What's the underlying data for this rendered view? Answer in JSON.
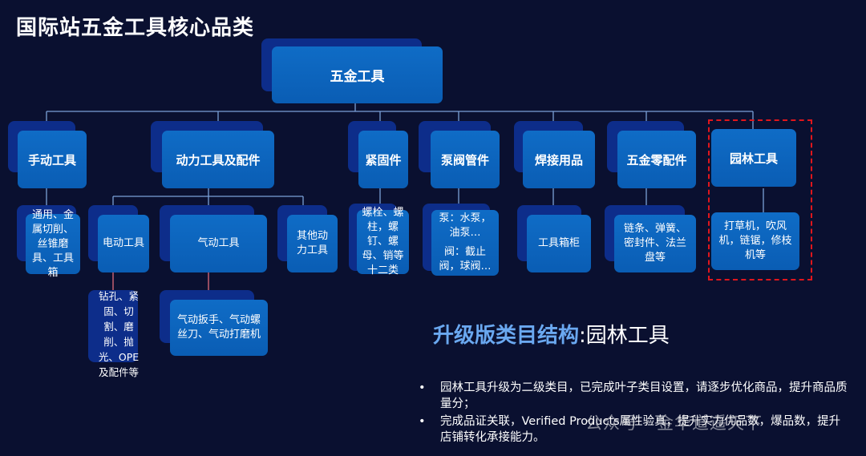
{
  "title": "国际站五金工具核心品类",
  "root": "五金工具",
  "categories": [
    {
      "label": "手动工具"
    },
    {
      "label": "动力工具及配件"
    },
    {
      "label": "紧固件"
    },
    {
      "label": "泵阀管件"
    },
    {
      "label": "焊接用品"
    },
    {
      "label": "五金零配件"
    },
    {
      "label": "园林工具"
    }
  ],
  "hand_tools_children": "通用、金属切削、丝锥磨具、工具箱",
  "power_tools_children": [
    "电动工具",
    "气动工具",
    "其他动力工具"
  ],
  "electric_children": "钻孔、紧固、切割、磨削、抛光、OPE及配件等",
  "pneumatic_children": "气动扳手、气动螺丝刀、气动打磨机",
  "fastener_children": "螺栓、螺柱，螺钉、螺母、销等十二类",
  "pump_children": {
    "pump": "泵：水泵，油泵…",
    "valve": "阀：截止阀，球阀…"
  },
  "welding_children": "工具箱柜",
  "parts_children": "链条、弹簧、密封件、法兰盘等",
  "garden_children": "打草机，吹风机，链锯，修枝机等",
  "upgrade": {
    "emphasis": "升级版类目结构",
    "rest": ":园林工具"
  },
  "bullets": [
    "园林工具升级为二级类目，已完成叶子类目设置，请逐步优化商品，提升商品质量分；",
    "完成品证关联，Verified Products属性验真，提升实力优品数，爆品数，提升店铺转化承接能力。"
  ],
  "watermark": "公众号 · 金华道遥天下",
  "colors": {
    "background": "#0a1030",
    "node": "#0a5db4",
    "shadow": "#0d2d8a",
    "line": "#7ba0d8",
    "highlight": "#e0161c",
    "accent": "#6aa8f0"
  }
}
